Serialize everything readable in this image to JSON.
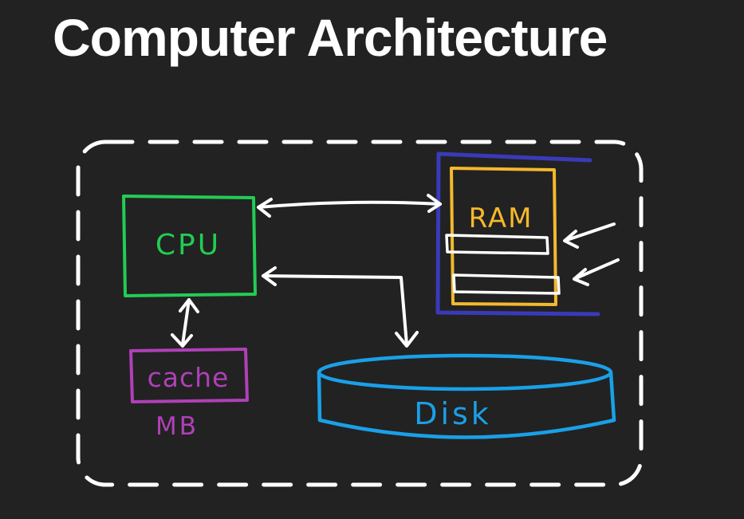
{
  "title": "Computer Architecture",
  "components": {
    "cpu": {
      "label": "CPU",
      "color": "#22cc55"
    },
    "ram": {
      "label": "RAM",
      "color": "#f5b82e",
      "module_color": "#3a3ab8"
    },
    "cache": {
      "label": "cache",
      "size_label": "MB",
      "color": "#b040b8"
    },
    "disk": {
      "label": "Disk",
      "color": "#1aa0e8"
    }
  },
  "colors": {
    "background": "#222222",
    "foreground": "#ffffff"
  }
}
